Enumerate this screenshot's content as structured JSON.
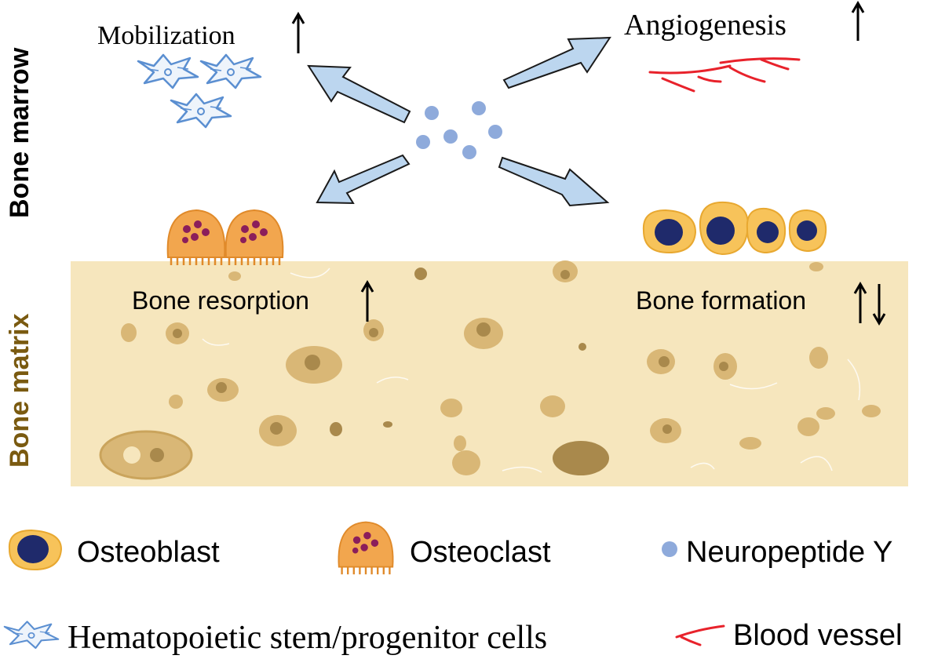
{
  "regions": {
    "marrow_label": "Bone marrow",
    "matrix_label": "Bone matrix"
  },
  "effects": {
    "mobilization": "Mobilization",
    "angiogenesis": "Angiogenesis",
    "bone_resorption": "Bone resorption",
    "bone_formation": "Bone formation"
  },
  "legend": {
    "osteoblast": "Osteoblast",
    "osteoclast": "Osteoclast",
    "npy": "Neuropeptide Y",
    "hspc": "Hematopoietic stem/progenitor cells",
    "vessel": "Blood vessel"
  },
  "colors": {
    "bone_matrix": "#f6e6bd",
    "pore_fill": "#d9b776",
    "pore_dark": "#a9894c",
    "arrow_fill": "#bcd6ef",
    "npy_dot": "#8eaadb",
    "hspc_stroke": "#5b8fd1",
    "vessel": "#e8222b",
    "osteoblast_body": "#f7c35a",
    "osteoblast_nucleus": "#1f2a6b",
    "osteoclast_body": "#f2a64e",
    "osteoclast_dot": "#8b1e5b",
    "marrow_label": "#000000",
    "matrix_label": "#7a5a10"
  },
  "icons": {
    "up_arrow": "up-arrow-icon",
    "down_arrow": "down-arrow-icon"
  }
}
